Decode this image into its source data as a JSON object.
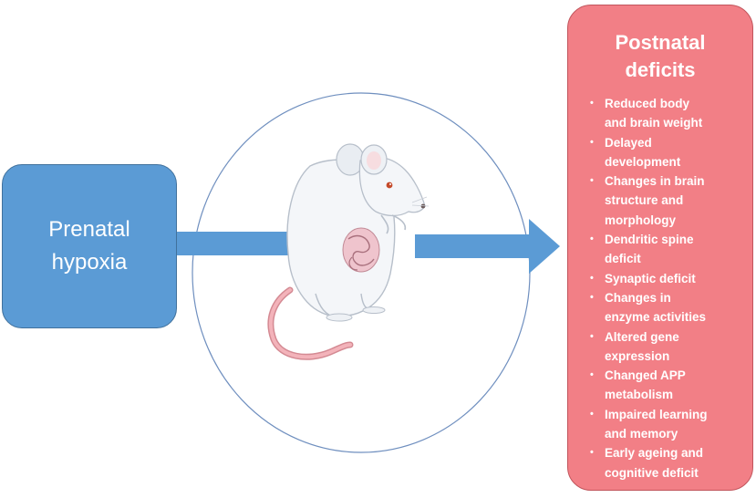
{
  "prenatal": {
    "line1": "Prenatal",
    "line2": "hypoxia"
  },
  "postnatal": {
    "title_line1": "Postnatal",
    "title_line2": "deficits",
    "bullet_char": "•",
    "items": [
      {
        "lines": [
          "Reduced body",
          "and brain weight"
        ]
      },
      {
        "lines": [
          "Delayed",
          "development"
        ]
      },
      {
        "lines": [
          "Changes in brain",
          "structure and",
          "morphology"
        ]
      },
      {
        "lines": [
          "Dendritic spine",
          "deficit"
        ]
      },
      {
        "lines": [
          "Synaptic deficit"
        ]
      },
      {
        "lines": [
          "Changes in",
          "enzyme activities"
        ]
      },
      {
        "lines": [
          "Altered  gene",
          "expression"
        ]
      },
      {
        "lines": [
          "Changed APP",
          "metabolism"
        ]
      },
      {
        "lines": [
          "Impaired learning",
          "and memory"
        ]
      },
      {
        "lines": [
          "Early ageing and",
          "cognitive deficit"
        ]
      }
    ]
  },
  "colors": {
    "prenatal_fill": "#5b9bd5",
    "postnatal_fill": "#f27f86",
    "arrow": "#5b9bd5",
    "circle_stroke": "#6f8fbf",
    "mouse_fur": "#f4f6f9",
    "mouse_tail": "#f0a8b0"
  },
  "icons": [
    "mouse-illustration",
    "arrow-right-icon"
  ]
}
